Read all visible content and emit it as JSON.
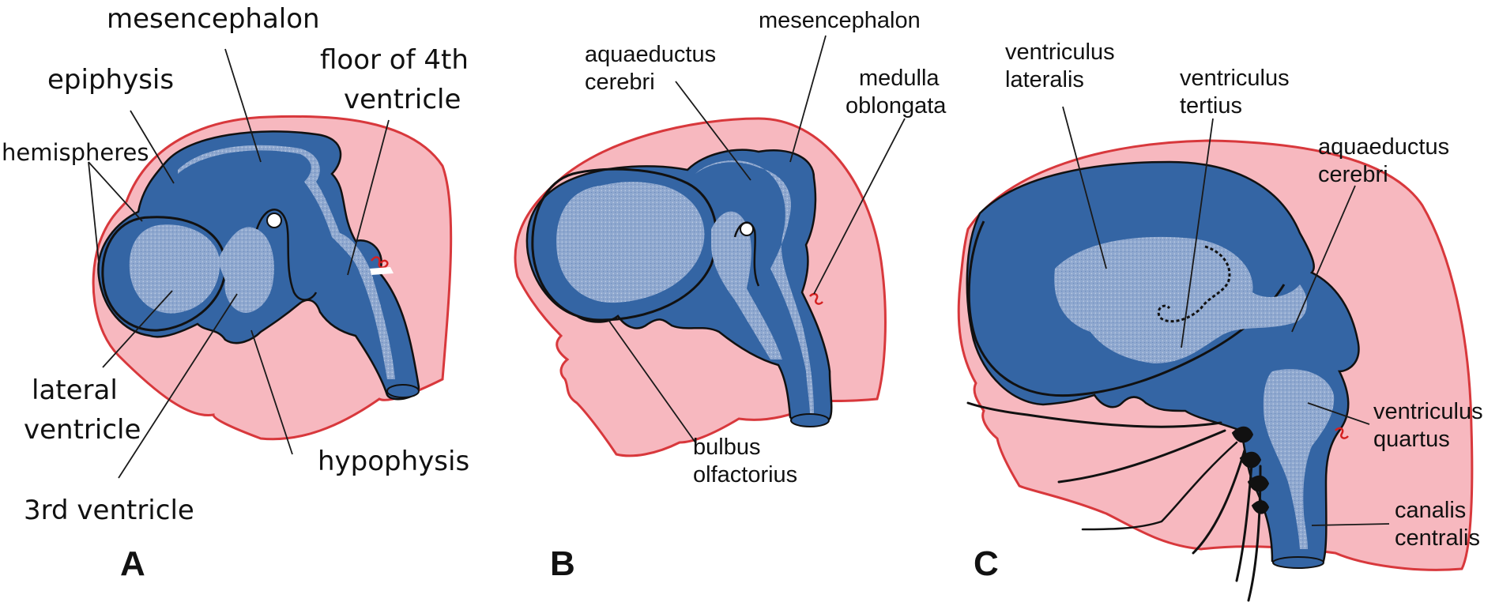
{
  "colors": {
    "head_skin": "#f7b8bf",
    "head_outline": "#d8383c",
    "brain_wall": "#3465a4",
    "ventricle_lumen": "#8fa8cf",
    "outline": "#111111",
    "vessel": "#d42020"
  },
  "panels": [
    {
      "letter": "A",
      "labels": {
        "mesencephalon": "mesencephalon",
        "epiphysis": "epiphysis",
        "floor_line1": "floor of 4th",
        "floor_line2": "ventricle",
        "hemispheres": "hemispheres",
        "lateral_line1": "lateral",
        "lateral_line2": "ventricle",
        "hypophysis": "hypophysis",
        "third_ventricle": "3rd ventricle"
      }
    },
    {
      "letter": "B",
      "labels": {
        "mesencephalon": "mesencephalon",
        "aqueduct_line1": "aquaeductus",
        "aqueduct_line2": "cerebri",
        "medulla_line1": "medulla",
        "medulla_line2": "oblongata",
        "bulbus_line1": "bulbus",
        "bulbus_line2": "olfactorius"
      }
    },
    {
      "letter": "C",
      "labels": {
        "lateralis_line1": "ventriculus",
        "lateralis_line2": "lateralis",
        "tertius_line1": "ventriculus",
        "tertius_line2": "tertius",
        "aqueduct_line1": "aquaeductus",
        "aqueduct_line2": "cerebri",
        "quartus_line1": "ventriculus",
        "quartus_line2": "quartus",
        "canalis_line1": "canalis",
        "canalis_line2": "centralis"
      }
    }
  ]
}
